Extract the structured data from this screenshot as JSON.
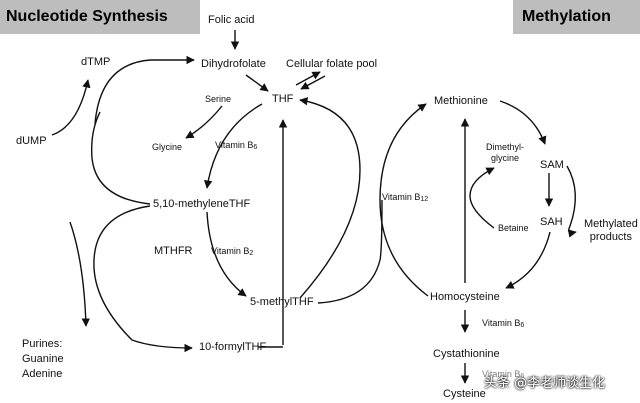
{
  "headers": {
    "left": "Nucleotide Synthesis",
    "right": "Methylation"
  },
  "nodes": {
    "folic_acid": "Folic acid",
    "dihydrofolate": "Dihydrofolate",
    "cellular_folate_pool": "Cellular folate pool",
    "thf": "THF",
    "dtmp": "dTMP",
    "dump": "dUMP",
    "serine": "Serine",
    "glycine": "Glycine",
    "methylene_thf": "5,10-methyleneTHF",
    "mthfr": "MTHFR",
    "methyl_thf": "5-methylTHF",
    "formyl_thf": "10-formylTHF",
    "purines": [
      "Purines:",
      "Guanine",
      "Adenine"
    ],
    "methionine": "Methionine",
    "dimethylglycine": [
      "Dimethyl-",
      "glycine"
    ],
    "sam": "SAM",
    "sah": "SAH",
    "betaine": "Betaine",
    "methylated_products": [
      "Methylated",
      "products"
    ],
    "homocysteine": "Homocysteine",
    "cystathionine": "Cystathionine",
    "cysteine": "Cysteine"
  },
  "cofactors": {
    "b6_thf": {
      "base": "Vitamin B",
      "sub": "6"
    },
    "b2": {
      "base": "Vitamin B",
      "sub": "2"
    },
    "b12": {
      "base": "Vitamin B",
      "sub": "12"
    },
    "b6_homocysteine": {
      "base": "Vitamin B",
      "sub": "6"
    },
    "b6_cystathionine": {
      "base": "Vitamin B",
      "sub": "6"
    }
  },
  "watermark": "头条 @李老师谈生化",
  "colors": {
    "header_bg": "#bdbdbd",
    "line": "#111111",
    "background": "#ffffff"
  }
}
